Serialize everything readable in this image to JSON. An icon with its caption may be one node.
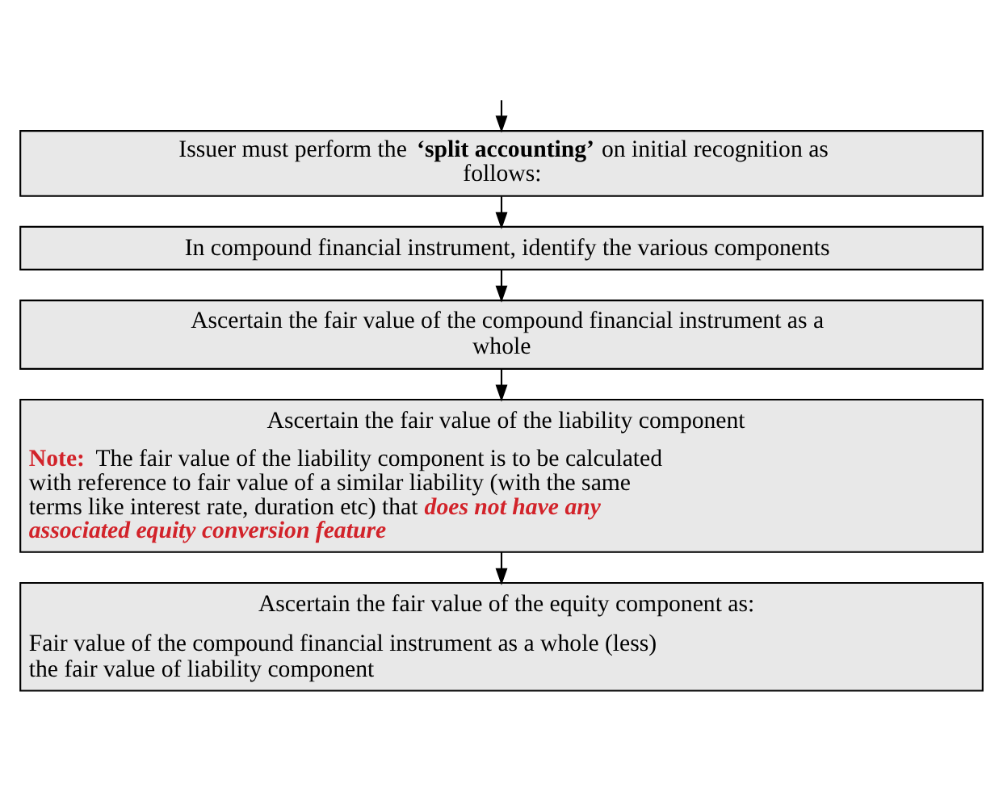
{
  "diagram": {
    "nodes": [
      {
        "text": [
          "Issuer must perform the **‘split accounting’** on initial recognition as follows:"
        ]
      },
      {
        "text": [
          "In compound financial instrument, identify the various components"
        ]
      },
      {
        "text": [
          "Ascertain the fair value of the compound financial instrument as a whole"
        ]
      },
      {
        "text": [
          "Ascertain the fair value of the liability component",
          "**Note:** The fair value of the liability component is to be calculated with reference to fair value of a similar liability (with the same terms like interest rate, duration etc) that **does not have any associated equity conversion feature**"
        ]
      },
      {
        "text": [
          "Ascertain the fair value of the equity component as:",
          "Fair value of the compound financial instrument as a whole (less) the fair value of liability component"
        ]
      }
    ],
    "edges": [
      {
        "from": null,
        "to": 0,
        "arrow": "to"
      },
      {
        "from": 0,
        "to": 1,
        "arrow": "to"
      },
      {
        "from": 1,
        "to": 2,
        "arrow": "to"
      },
      {
        "from": 2,
        "to": 3,
        "arrow": "to"
      },
      {
        "from": 3,
        "to": 4,
        "arrow": "to"
      }
    ]
  }
}
